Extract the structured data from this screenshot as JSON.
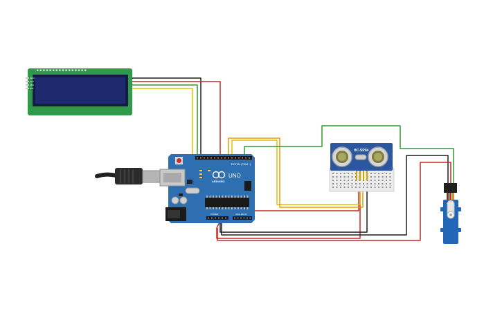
{
  "lcd": {
    "pin_labels": [
      "GND",
      "VCC",
      "SDA",
      "SCL"
    ],
    "bezel_color": "#2f9a4a",
    "screen_color": "#1e2a6e"
  },
  "arduino": {
    "logo_text": "ARDUINO",
    "model_text": "UNO",
    "digital_label": "DIGITAL (PWM ~)",
    "analog_label": "ANALOG IN",
    "power_label": "POWER",
    "board_color": "#2d6fb0"
  },
  "sensor": {
    "model_text": "HC-SR04",
    "board_color": "#2a57a0"
  },
  "servo": {
    "body_color": "#2266b8"
  },
  "wire_colors": {
    "red": "#c62828",
    "black": "#1c1c1c",
    "green": "#2e9a2e",
    "yellow": "#e0c000",
    "orange": "#e89a00"
  }
}
